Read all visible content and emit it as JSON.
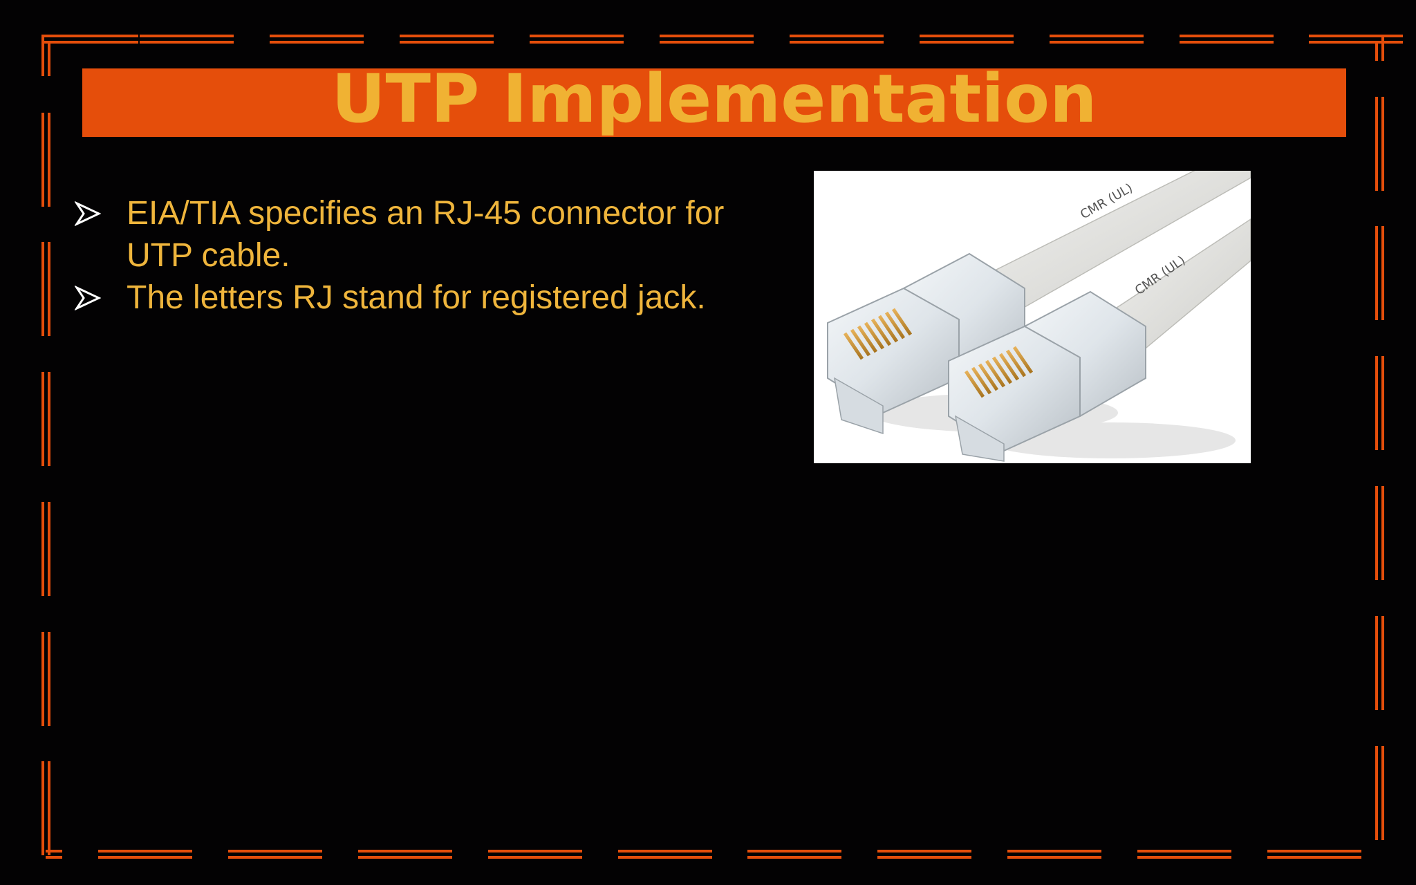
{
  "slide": {
    "title": "UTP Implementation",
    "bullets": [
      "EIA/TIA specifies an RJ-45 connector for UTP cable.",
      "The letters RJ stand for registered jack."
    ],
    "bullet_icon": "arrowhead-bullet-icon",
    "photo": {
      "subject": "two white UTP cables with RJ-45 connectors",
      "cable_print": "CMR (UL)"
    }
  },
  "colors": {
    "background": "#030203",
    "accent": "#e54e0b",
    "text": "#efb53c",
    "title_text": "#f0b233"
  }
}
